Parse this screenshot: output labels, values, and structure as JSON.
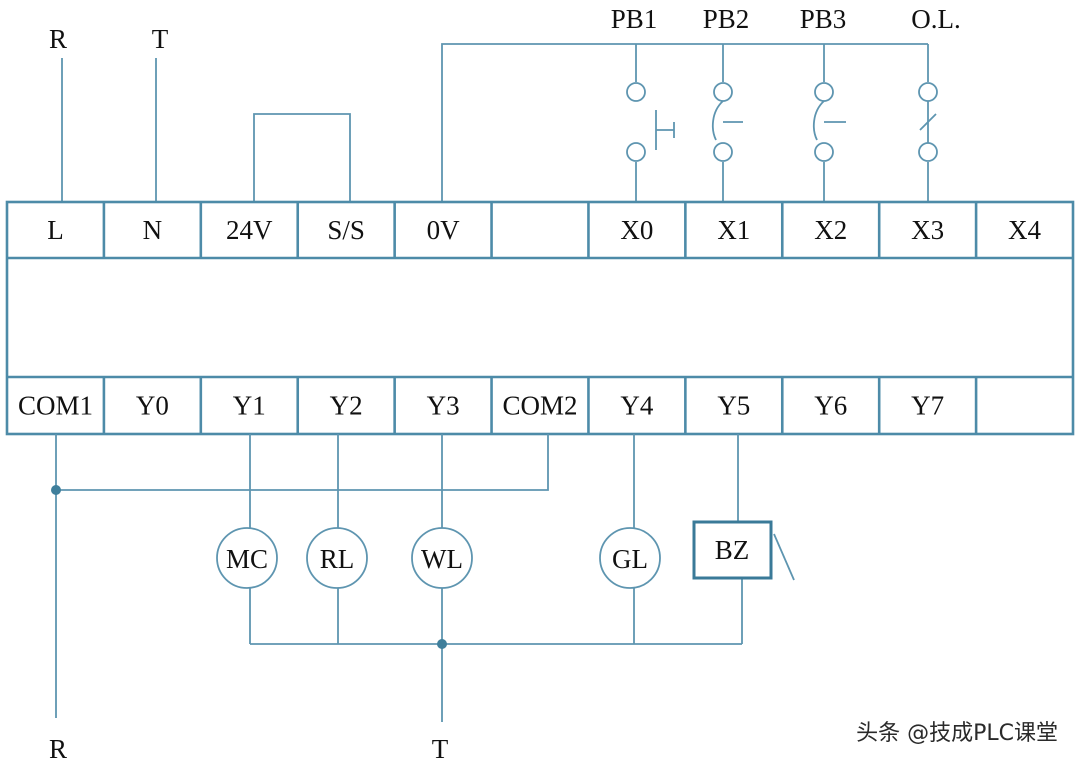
{
  "supply": {
    "top_left": "R",
    "top_right": "T",
    "bottom_left": "R",
    "bottom_right": "T"
  },
  "inputs": {
    "terminals": [
      "L",
      "N",
      "24V",
      "S/S",
      "0V",
      "",
      "X0",
      "X1",
      "X2",
      "X3",
      "X4"
    ],
    "devices": [
      "PB1",
      "PB2",
      "PB3",
      "O.L."
    ]
  },
  "outputs": {
    "terminals": [
      "COM1",
      "Y0",
      "Y1",
      "Y2",
      "Y3",
      "COM2",
      "Y4",
      "Y5",
      "Y6",
      "Y7",
      ""
    ],
    "loads": [
      "MC",
      "RL",
      "WL",
      "GL",
      "BZ"
    ]
  },
  "watermark": "头条 @技成PLC课堂",
  "colors": {
    "wire": "#5e95b0",
    "frame": "#4d8ba8",
    "junction": "#3f7f9c"
  }
}
